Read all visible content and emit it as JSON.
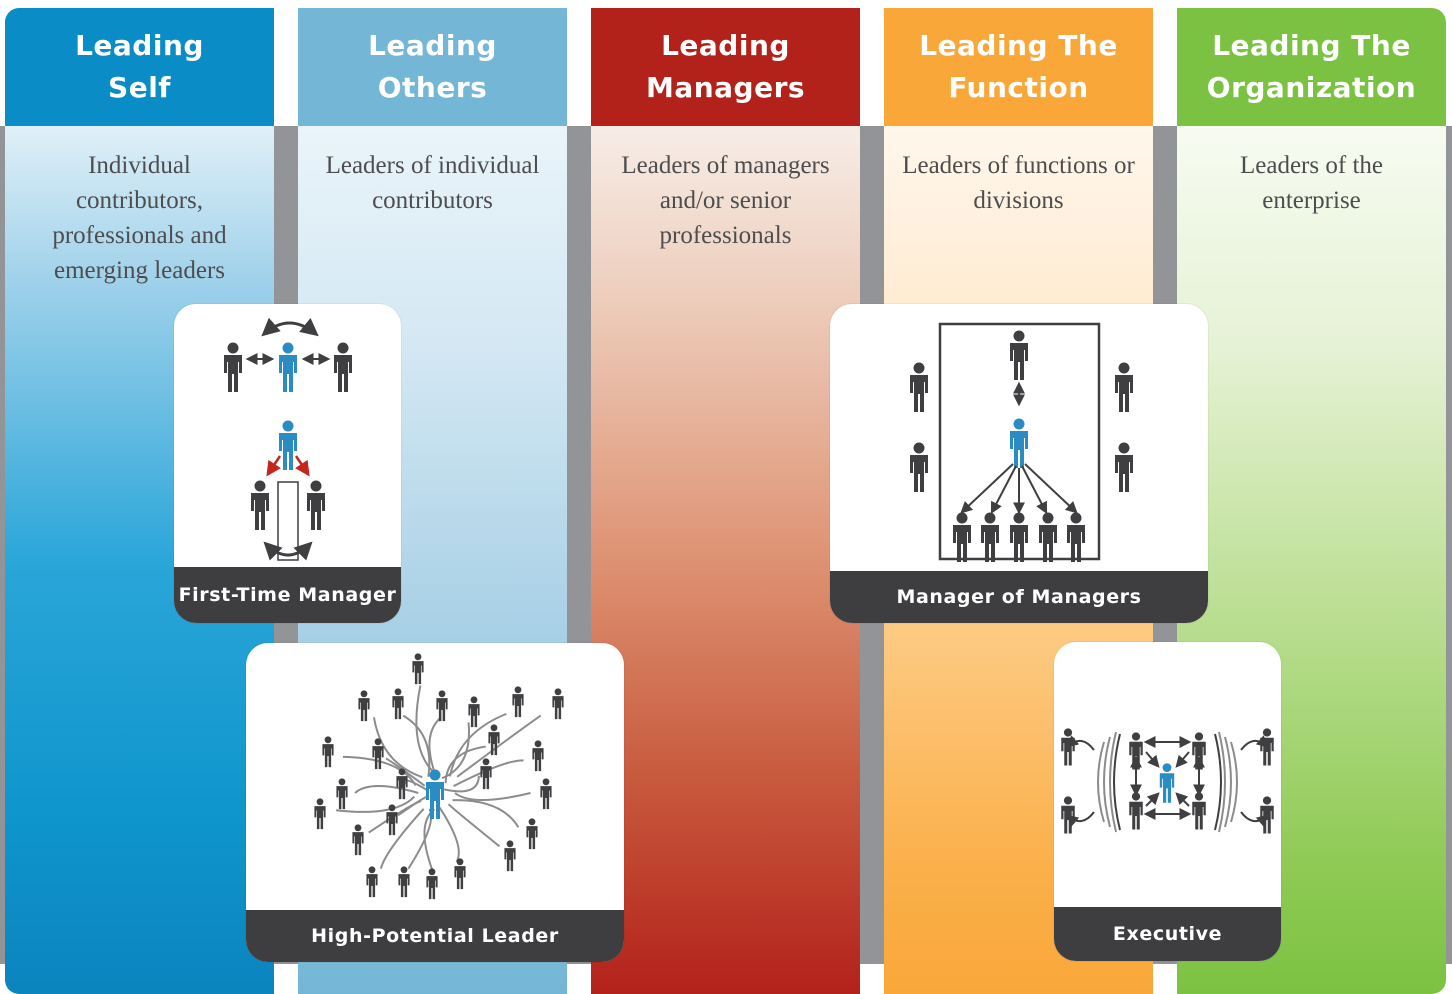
{
  "columns": [
    {
      "title_line1": "Leading",
      "title_line2": "Self",
      "description": "Individual contributors, professionals and emerging leaders",
      "color": "#0a8dc6"
    },
    {
      "title_line1": "Leading",
      "title_line2": "Others",
      "description": "Leaders of individual contributors",
      "color": "#74b6d6"
    },
    {
      "title_line1": "Leading",
      "title_line2": "Managers",
      "description": "Leaders of managers and/or senior professionals",
      "color": "#b3211b"
    },
    {
      "title_line1": "Leading The",
      "title_line2": "Function",
      "description": "Leaders of functions or divisions",
      "color": "#f9a739"
    },
    {
      "title_line1": "Leading The",
      "title_line2": "Organization",
      "description": "Leaders of the enterprise",
      "color": "#7cc242"
    }
  ],
  "cards": {
    "first_time_manager": {
      "label": "First-Time Manager",
      "icon": "team-icon"
    },
    "high_potential_leader": {
      "label": "High-Potential Leader",
      "icon": "network-icon"
    },
    "manager_of_managers": {
      "label": "Manager of Managers",
      "icon": "org-chart-icon"
    },
    "executive": {
      "label": "Executive",
      "icon": "executive-icon"
    }
  },
  "colors": {
    "person_dark": "#3f3f41",
    "person_blue": "#2b8cc4",
    "arrow_red": "#c4261d",
    "label_bg": "#3e3e40"
  }
}
